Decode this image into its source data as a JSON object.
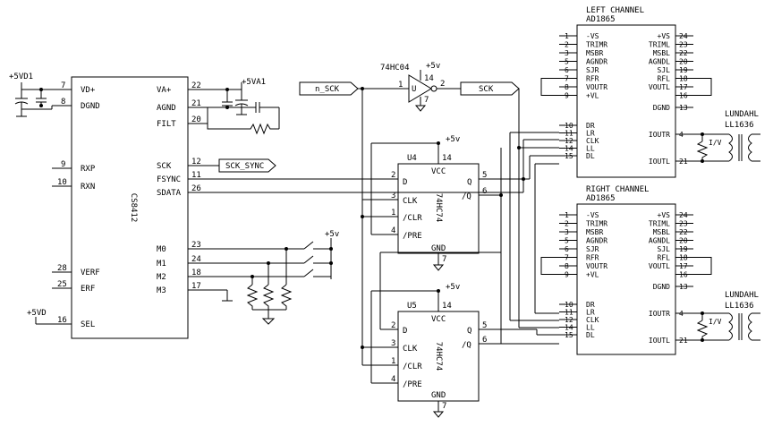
{
  "cs8412": {
    "name": "CS8412",
    "left_pins": [
      {
        "num": "7",
        "label": "VD+"
      },
      {
        "num": "8",
        "label": "DGND"
      },
      {
        "num": "9",
        "label": "RXP"
      },
      {
        "num": "10",
        "label": "RXN"
      },
      {
        "num": "28",
        "label": "VERF"
      },
      {
        "num": "25",
        "label": "ERF"
      },
      {
        "num": "16",
        "label": "SEL"
      }
    ],
    "right_pins": [
      {
        "num": "22",
        "label": "VA+"
      },
      {
        "num": "21",
        "label": "AGND"
      },
      {
        "num": "20",
        "label": "FILT"
      },
      {
        "num": "12",
        "label": "SCK"
      },
      {
        "num": "11",
        "label": "FSYNC"
      },
      {
        "num": "26",
        "label": "SDATA"
      },
      {
        "num": "23",
        "label": "M0"
      },
      {
        "num": "24",
        "label": "M1"
      },
      {
        "num": "18",
        "label": "M2"
      },
      {
        "num": "17",
        "label": "M3"
      }
    ]
  },
  "power": {
    "vd1": "+5VD1",
    "va1": "+5VA1",
    "vd": "+5VD",
    "v5": "+5v"
  },
  "ports": {
    "n_sck": "n_SCK",
    "sck": "SCK",
    "sck_sync": "SCK_SYNC"
  },
  "inverter": {
    "part": "74HC04",
    "gate": "U",
    "pin_in": "1",
    "pin_out": "2",
    "pin_vcc": "14",
    "pin_gnd": "7"
  },
  "flipflops": [
    {
      "ref": "U4",
      "part": "74HC74",
      "vcc": "VCC",
      "gnd": "GND",
      "pin_vcc": "14",
      "pin_gnd": "7",
      "pins": [
        {
          "num": "2",
          "label": "D"
        },
        {
          "num": "3",
          "label": "CLK"
        },
        {
          "num": "1",
          "label": "/CLR"
        },
        {
          "num": "4",
          "label": "/PRE"
        }
      ],
      "outs": [
        {
          "num": "5",
          "label": "Q"
        },
        {
          "num": "6",
          "label": "/Q"
        }
      ]
    },
    {
      "ref": "U5",
      "part": "74HC74",
      "vcc": "VCC",
      "gnd": "GND",
      "pin_vcc": "14",
      "pin_gnd": "7",
      "pins": [
        {
          "num": "2",
          "label": "D"
        },
        {
          "num": "3",
          "label": "CLK"
        },
        {
          "num": "1",
          "label": "/CLR"
        },
        {
          "num": "4",
          "label": "/PRE"
        }
      ],
      "outs": [
        {
          "num": "5",
          "label": "Q"
        },
        {
          "num": "6",
          "label": "/Q"
        }
      ]
    }
  ],
  "dacs": [
    {
      "title": "LEFT CHANNEL",
      "part": "AD1865",
      "left_pins": [
        {
          "num": "1",
          "label": "-VS"
        },
        {
          "num": "2",
          "label": "TRIMR"
        },
        {
          "num": "3",
          "label": "MSBR"
        },
        {
          "num": "5",
          "label": "AGNDR"
        },
        {
          "num": "6",
          "label": "SJR"
        },
        {
          "num": "7",
          "label": "RFR"
        },
        {
          "num": "8",
          "label": "VOUTR"
        },
        {
          "num": "9",
          "label": "+VL"
        },
        {
          "num": "10",
          "label": "DR"
        },
        {
          "num": "11",
          "label": "LR"
        },
        {
          "num": "12",
          "label": "CLK"
        },
        {
          "num": "14",
          "label": "LL"
        },
        {
          "num": "15",
          "label": "DL"
        }
      ],
      "right_pins": [
        {
          "num": "24",
          "label": "+VS"
        },
        {
          "num": "23",
          "label": "TRIML"
        },
        {
          "num": "22",
          "label": "MSBL"
        },
        {
          "num": "20",
          "label": "AGNDL"
        },
        {
          "num": "19",
          "label": "SJL"
        },
        {
          "num": "18",
          "label": "RFL"
        },
        {
          "num": "17",
          "label": "VOUTL"
        },
        {
          "num": "16",
          "label": ""
        },
        {
          "num": "13",
          "label": "DGND"
        },
        {
          "num": "4",
          "label": "IOUTR"
        },
        {
          "num": "21",
          "label": "IOUTL"
        }
      ],
      "transformer": {
        "brand": "LUNDAHL",
        "part": "LL1636",
        "iv": "I/V"
      }
    },
    {
      "title": "RIGHT CHANNEL",
      "part": "AD1865",
      "left_pins": [
        {
          "num": "1",
          "label": "-VS"
        },
        {
          "num": "2",
          "label": "TRIMR"
        },
        {
          "num": "3",
          "label": "MSBR"
        },
        {
          "num": "5",
          "label": "AGNDR"
        },
        {
          "num": "6",
          "label": "SJR"
        },
        {
          "num": "7",
          "label": "RFR"
        },
        {
          "num": "8",
          "label": "VOUTR"
        },
        {
          "num": "9",
          "label": "+VL"
        },
        {
          "num": "10",
          "label": "DR"
        },
        {
          "num": "11",
          "label": "LR"
        },
        {
          "num": "12",
          "label": "CLK"
        },
        {
          "num": "14",
          "label": "LL"
        },
        {
          "num": "15",
          "label": "DL"
        }
      ],
      "right_pins": [
        {
          "num": "24",
          "label": "+VS"
        },
        {
          "num": "23",
          "label": "TRIML"
        },
        {
          "num": "22",
          "label": "MSBL"
        },
        {
          "num": "20",
          "label": "AGNDL"
        },
        {
          "num": "19",
          "label": "SJL"
        },
        {
          "num": "18",
          "label": "RFL"
        },
        {
          "num": "17",
          "label": "VOUTL"
        },
        {
          "num": "16",
          "label": ""
        },
        {
          "num": "13",
          "label": "DGND"
        },
        {
          "num": "4",
          "label": "IOUTR"
        },
        {
          "num": "21",
          "label": "IOUTL"
        }
      ],
      "transformer": {
        "brand": "LUNDAHL",
        "part": "LL1636",
        "iv": "I/V"
      }
    }
  ]
}
